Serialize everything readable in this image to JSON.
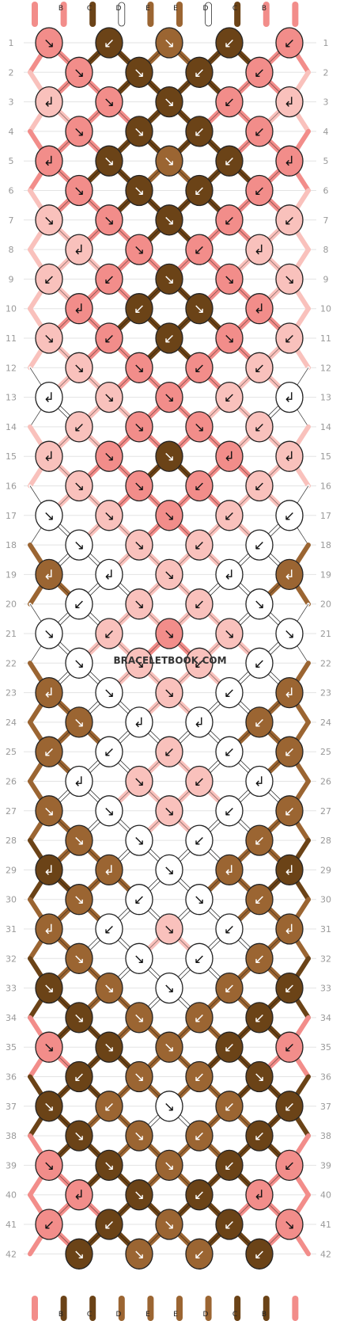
{
  "watermark": "BRACELETBOOK.COM",
  "palette": {
    "A": "#ffffff",
    "B": "#f9c1bc",
    "C": "#6b4317",
    "D": "#ffffff",
    "E": "#9b6532",
    "F": "#f28d8a"
  },
  "strand_labels_top": [
    "B",
    "C",
    "D",
    "E",
    "E",
    "D",
    "C",
    "B"
  ],
  "strand_labels_bottom": [
    "B",
    "C",
    "D",
    "E",
    "E",
    "D",
    "C",
    "B"
  ],
  "row_count": 42,
  "row_numbers": [
    "1",
    "2",
    "3",
    "4",
    "5",
    "6",
    "7",
    "8",
    "9",
    "10",
    "11",
    "12",
    "13",
    "14",
    "15",
    "16",
    "17",
    "18",
    "19",
    "20",
    "21",
    "22",
    "23",
    "24",
    "25",
    "26",
    "27",
    "28",
    "29",
    "30",
    "31",
    "32",
    "33",
    "34",
    "35",
    "36",
    "37",
    "38",
    "39",
    "40",
    "41",
    "42"
  ],
  "rows": [
    [
      "F",
      "C",
      "E",
      "C",
      "F"
    ],
    [
      "F",
      "C",
      "C",
      "F"
    ],
    [
      "B",
      "F",
      "C",
      "F",
      "B"
    ],
    [
      "F",
      "C",
      "C",
      "F"
    ],
    [
      "F",
      "C",
      "E",
      "C",
      "F"
    ],
    [
      "F",
      "C",
      "C",
      "F"
    ],
    [
      "B",
      "F",
      "C",
      "F",
      "B"
    ],
    [
      "B",
      "F",
      "F",
      "B"
    ],
    [
      "B",
      "F",
      "C",
      "F",
      "B"
    ],
    [
      "F",
      "C",
      "C",
      "F"
    ],
    [
      "B",
      "F",
      "C",
      "F",
      "B"
    ],
    [
      "B",
      "F",
      "F",
      "B"
    ],
    [
      "A",
      "B",
      "F",
      "B",
      "A"
    ],
    [
      "B",
      "F",
      "F",
      "B"
    ],
    [
      "B",
      "F",
      "C",
      "F",
      "B"
    ],
    [
      "B",
      "F",
      "F",
      "B"
    ],
    [
      "A",
      "B",
      "F",
      "B",
      "A"
    ],
    [
      "A",
      "B",
      "B",
      "A"
    ],
    [
      "E",
      "A",
      "B",
      "A",
      "E"
    ],
    [
      "A",
      "B",
      "B",
      "A"
    ],
    [
      "A",
      "B",
      "F",
      "B",
      "A"
    ],
    [
      "A",
      "B",
      "B",
      "A"
    ],
    [
      "E",
      "A",
      "B",
      "A",
      "E"
    ],
    [
      "E",
      "A",
      "A",
      "E"
    ],
    [
      "E",
      "A",
      "B",
      "A",
      "E"
    ],
    [
      "A",
      "B",
      "B",
      "A"
    ],
    [
      "E",
      "A",
      "B",
      "A",
      "E"
    ],
    [
      "E",
      "A",
      "A",
      "E"
    ],
    [
      "C",
      "E",
      "A",
      "E",
      "C"
    ],
    [
      "E",
      "A",
      "A",
      "E"
    ],
    [
      "E",
      "A",
      "B",
      "A",
      "E"
    ],
    [
      "E",
      "A",
      "A",
      "E"
    ],
    [
      "C",
      "E",
      "A",
      "E",
      "C"
    ],
    [
      "C",
      "E",
      "E",
      "C"
    ],
    [
      "F",
      "C",
      "E",
      "C",
      "F"
    ],
    [
      "C",
      "E",
      "E",
      "C"
    ],
    [
      "C",
      "E",
      "A",
      "E",
      "C"
    ],
    [
      "C",
      "E",
      "E",
      "C"
    ],
    [
      "F",
      "C",
      "E",
      "C",
      "F"
    ],
    [
      "F",
      "C",
      "C",
      "F"
    ],
    [
      "F",
      "C",
      "E",
      "C",
      "F"
    ],
    [
      "C",
      "E",
      "E",
      "C"
    ]
  ],
  "knot_directions": [
    [
      "↘",
      "↙",
      "↘",
      "↙",
      "↙"
    ],
    [
      "↘",
      "↘",
      "↙",
      "↙"
    ],
    [
      "↲",
      "↘",
      "↘",
      "↙",
      "↲"
    ],
    [
      "↘",
      "↘",
      "↙",
      "↙"
    ],
    [
      "↲",
      "↘",
      "↘",
      "↙",
      "↲"
    ],
    [
      "↘",
      "↘",
      "↙",
      "↙"
    ],
    [
      "↘",
      "↘",
      "↘",
      "↙",
      "↙"
    ],
    [
      "↲",
      "↘",
      "↙",
      "↲"
    ],
    [
      "↙",
      "↙",
      "↘",
      "↘",
      "↘"
    ],
    [
      "↲",
      "↙",
      "↘",
      "↲"
    ],
    [
      "↘",
      "↙",
      "↙",
      "↘",
      "↙"
    ],
    [
      "↘",
      "↘",
      "↙",
      "↙"
    ],
    [
      "↲",
      "↘",
      "↘",
      "↙",
      "↲"
    ],
    [
      "↙",
      "↘",
      "↘",
      "↙"
    ],
    [
      "↲",
      "↘",
      "↘",
      "↲",
      "↲"
    ],
    [
      "↘",
      "↘",
      "↙",
      "↙"
    ],
    [
      "↘",
      "↘",
      "↘",
      "↙",
      "↙"
    ],
    [
      "↘",
      "↘",
      "↙",
      "↙"
    ],
    [
      "↲",
      "↲",
      "↘",
      "↲",
      "↲"
    ],
    [
      "↙",
      "↘",
      "↙",
      "↘"
    ],
    [
      "↘",
      "↙",
      "↘",
      "↘",
      "↘"
    ],
    [
      "↘",
      "↘",
      "↙",
      "↙"
    ],
    [
      "↲",
      "↘",
      "↘",
      "↙",
      "↲"
    ],
    [
      "↘",
      "↲",
      "↲",
      "↙"
    ],
    [
      "↙",
      "↙",
      "↙",
      "↙",
      "↙"
    ],
    [
      "↲",
      "↘",
      "↙",
      "↲"
    ],
    [
      "↘",
      "↘",
      "↘",
      "↙",
      "↙"
    ],
    [
      "↘",
      "↘",
      "↙",
      "↙"
    ],
    [
      "↲",
      "↲",
      "↘",
      "↲",
      "↲"
    ],
    [
      "↘",
      "↙",
      "↘",
      "↙"
    ],
    [
      "↲",
      "↙",
      "↘",
      "↙",
      "↲"
    ],
    [
      "↘",
      "↘",
      "↙",
      "↙"
    ],
    [
      "↘",
      "↘",
      "↘",
      "↙",
      "↙"
    ],
    [
      "↘",
      "↘",
      "↙",
      "↙"
    ],
    [
      "↘",
      "↘",
      "↘",
      "↙",
      "↙"
    ],
    [
      "↙",
      "↘",
      "↙",
      "↘"
    ],
    [
      "↘",
      "↙",
      "↘",
      "↙",
      "↙"
    ],
    [
      "↘",
      "↘",
      "↙",
      "↙"
    ],
    [
      "↘",
      "↘",
      "↘",
      "↙",
      "↙"
    ],
    [
      "↲",
      "↘",
      "↙",
      "↲"
    ],
    [
      "↙",
      "↙",
      "↘",
      "↙",
      "↘"
    ],
    [
      "↘",
      "↘",
      "↙",
      "↙"
    ]
  ]
}
